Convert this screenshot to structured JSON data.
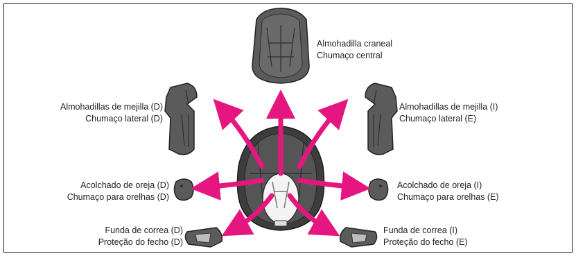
{
  "colors": {
    "arrow": "#e5167f",
    "pad_fill": "#5b5b5b",
    "pad_dark": "#2e2e2e",
    "pad_light": "#8a8a8a",
    "frame": "#1a1a1a"
  },
  "labels": {
    "crown_pad": {
      "es": "Almohadilla craneal",
      "pt": "Chumaço central"
    },
    "cheek_pad_right": {
      "es": "Almohadillas de mejilla (D)",
      "pt": "Chumaço lateral (D)"
    },
    "cheek_pad_left": {
      "es": "Almohadillas de mejilla (I)",
      "pt": "Chumaço lateral (E)"
    },
    "ear_pad_right": {
      "es": "Acolchado de oreja (D)",
      "pt": "Chumaço para orelhas (D)"
    },
    "ear_pad_left": {
      "es": "Acolchado de oreja (I)",
      "pt": "Chumaço para orelhas (E)"
    },
    "strap_cover_right": {
      "es": "Funda de correa (D)",
      "pt": "Proteção do fecho (D)"
    },
    "strap_cover_left": {
      "es": "Funda de correa (I)",
      "pt": "Proteção do fecho (E)"
    }
  },
  "icons": [
    "crown-pad-icon",
    "cheek-pad-icon",
    "ear-pad-icon",
    "strap-cover-icon",
    "helmet-icon",
    "arrow-icon"
  ]
}
